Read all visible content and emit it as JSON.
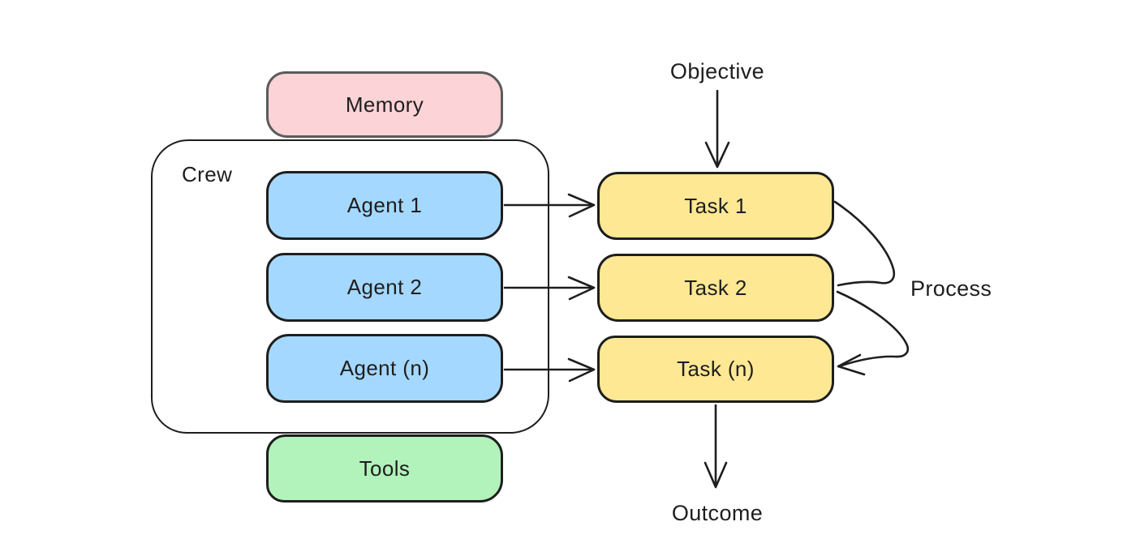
{
  "diagram": {
    "crew": {
      "label": "Crew"
    },
    "memory": {
      "label": "Memory"
    },
    "tools": {
      "label": "Tools"
    },
    "agents": [
      {
        "label": "Agent 1"
      },
      {
        "label": "Agent 2"
      },
      {
        "label": "Agent (n)"
      }
    ],
    "tasks": [
      {
        "label": "Task 1"
      },
      {
        "label": "Task 2"
      },
      {
        "label": "Task (n)"
      }
    ],
    "annotations": {
      "objective": "Objective",
      "process": "Process",
      "outcome": "Outcome"
    },
    "colors": {
      "background": "#ffffff",
      "memory_fill": "#fcd3d7",
      "memory_border": "#5b5b5b",
      "agent_fill": "#a5d8ff",
      "task_fill": "#ffe894",
      "tools_fill": "#b2f2bb",
      "crew_fill": "#ffffff",
      "stroke": "#1e1e1e",
      "text": "#1e1e1e"
    }
  }
}
